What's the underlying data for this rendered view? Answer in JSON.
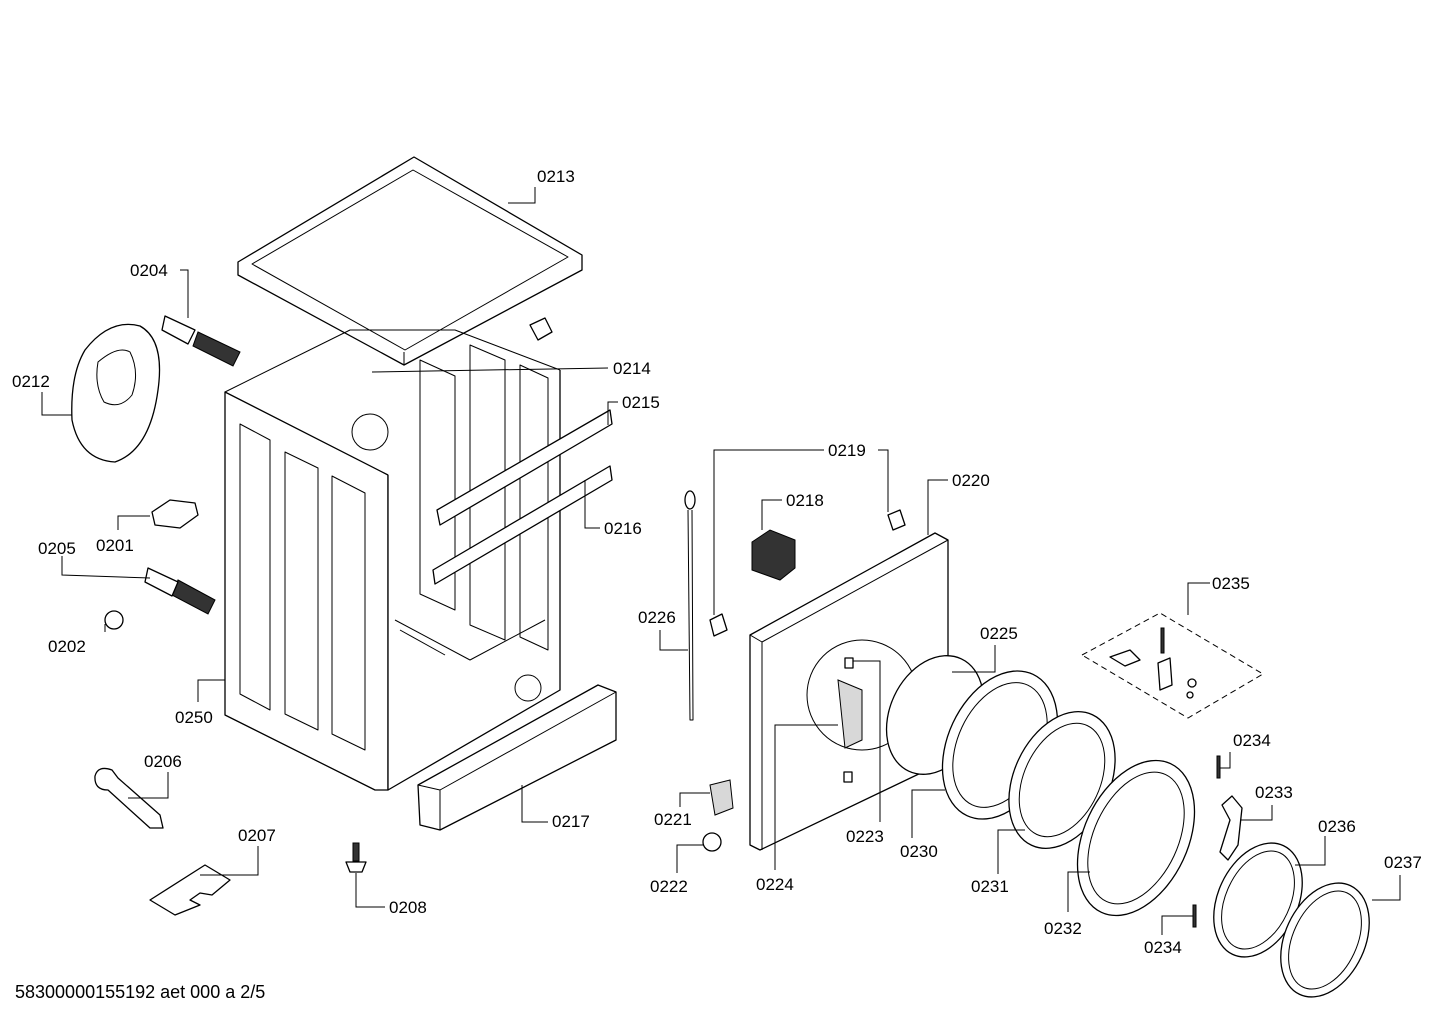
{
  "footer": {
    "code": "58300000155192 aet 000 a 2/5"
  },
  "parts": [
    {
      "label": "0213"
    },
    {
      "label": "0204"
    },
    {
      "label": "0212"
    },
    {
      "label": "0214"
    },
    {
      "label": "0215"
    },
    {
      "label": "0201"
    },
    {
      "label": "0205"
    },
    {
      "label": "0216"
    },
    {
      "label": "0202"
    },
    {
      "label": "0250"
    },
    {
      "label": "0206"
    },
    {
      "label": "0207"
    },
    {
      "label": "0208"
    },
    {
      "label": "0217"
    },
    {
      "label": "0219"
    },
    {
      "label": "0218"
    },
    {
      "label": "0220"
    },
    {
      "label": "0226"
    },
    {
      "label": "0235"
    },
    {
      "label": "0225"
    },
    {
      "label": "0234"
    },
    {
      "label": "0233"
    },
    {
      "label": "0221"
    },
    {
      "label": "0223"
    },
    {
      "label": "0230"
    },
    {
      "label": "0236"
    },
    {
      "label": "0222"
    },
    {
      "label": "0224"
    },
    {
      "label": "0231"
    },
    {
      "label": "0237"
    },
    {
      "label": "0232"
    },
    {
      "label": "0234"
    }
  ]
}
